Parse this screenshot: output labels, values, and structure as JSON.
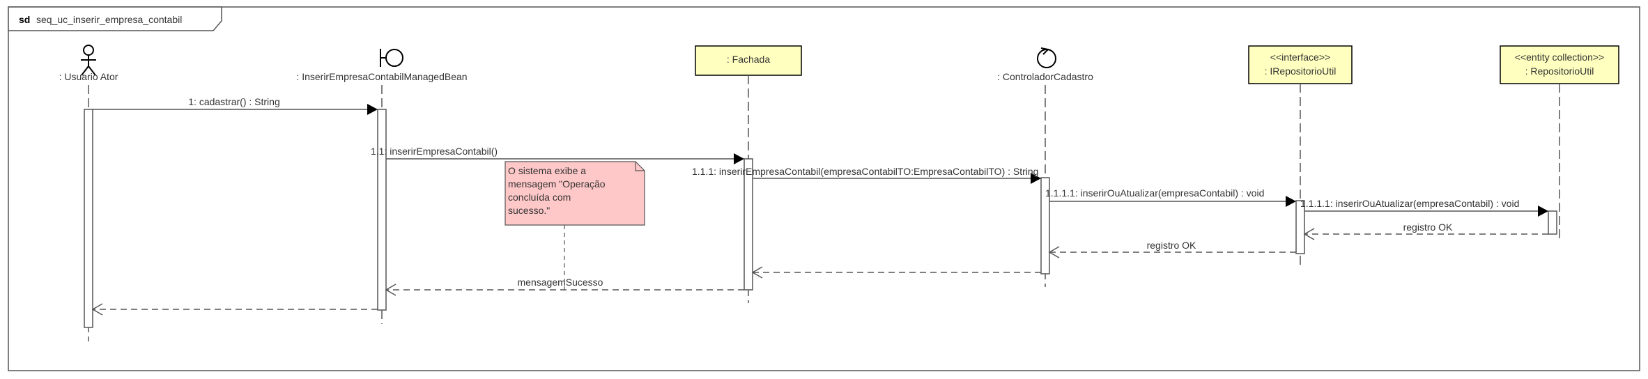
{
  "frame": {
    "keyword": "sd",
    "name": "seq_uc_inserir_empresa_contabil"
  },
  "lifelines": {
    "actor": {
      "label": ": Usuario Ator"
    },
    "boundary": {
      "label": ": InserirEmpresaContabilManagedBean"
    },
    "fachada": {
      "label": ": Fachada"
    },
    "controller": {
      "label": ": ControladorCadastro"
    },
    "irepo": {
      "stereotype": "<<interface>>",
      "label": ": IRepositorioUtil"
    },
    "repo": {
      "stereotype": "<<entity collection>>",
      "label": ": RepositorioUtil"
    }
  },
  "messages": {
    "m1": "1: cadastrar() : String",
    "m11": "1.1: inserirEmpresaContabil()",
    "m111": "1.1.1: inserirEmpresaContabil(empresaContabilTO:EmpresaContabilTO) : String",
    "m1111": "1.1.1.1: inserirOuAtualizar(empresaContabil) : void",
    "m11111": "1.1.1.1: inserirOuAtualizar(empresaContabil) : void",
    "r_repo": "registro OK",
    "r_irepo": "registro OK",
    "r_fachada": "mensagemSucesso"
  },
  "note": {
    "lines": [
      "O sistema exibe a",
      "mensagem \"Operação",
      "concluída com",
      "sucesso.\""
    ]
  }
}
